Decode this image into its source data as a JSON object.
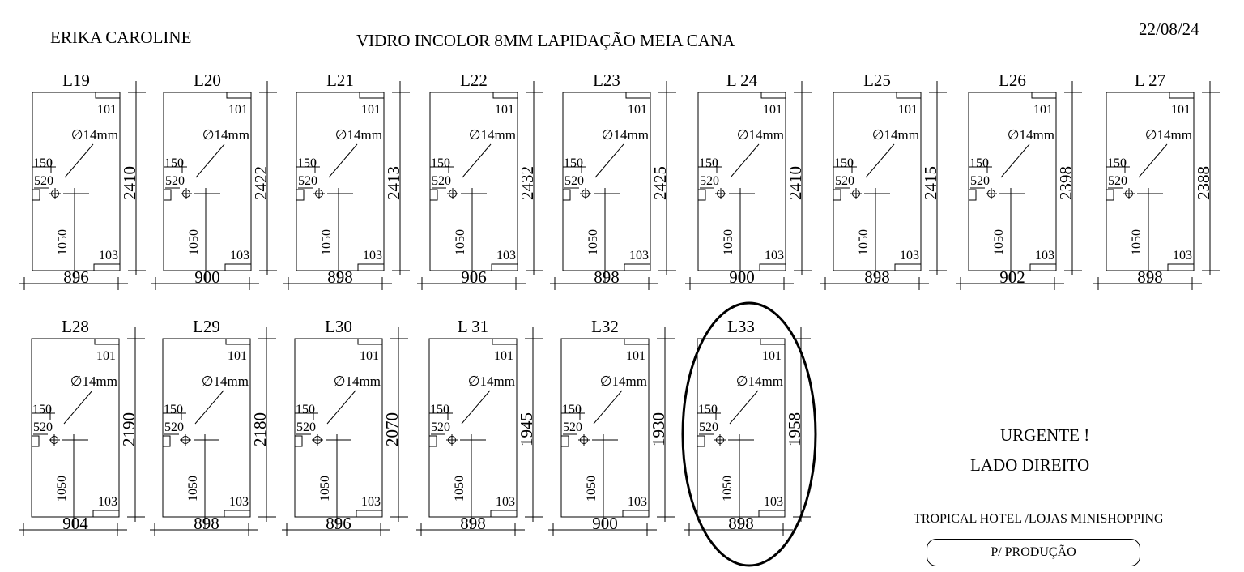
{
  "header": {
    "customer": "ERIKA CAROLINE",
    "spec": "VIDRO INCOLOR 8MM   LAPIDAÇÃO MEIA CANA",
    "date": "22/08/24"
  },
  "common": {
    "hole_diameter": "∅14mm",
    "notch_top": "101",
    "notch_bottom": "103",
    "offset_x": "150",
    "offset_y": "520",
    "handle_length": "1050"
  },
  "panels": [
    {
      "label": "L19",
      "width": "896",
      "height": "2410"
    },
    {
      "label": "L20",
      "width": "900",
      "height": "2422"
    },
    {
      "label": "L21",
      "width": "898",
      "height": "2413"
    },
    {
      "label": "L22",
      "width": "906",
      "height": "2432"
    },
    {
      "label": "L23",
      "width": "898",
      "height": "2425"
    },
    {
      "label": "L 24",
      "width": "900",
      "height": "2410"
    },
    {
      "label": "L25",
      "width": "898",
      "height": "2415"
    },
    {
      "label": "L26",
      "width": "902",
      "height": "2398"
    },
    {
      "label": "L 27",
      "width": "898",
      "height": "2388"
    },
    {
      "label": "L28",
      "width": "904",
      "height": "2190"
    },
    {
      "label": "L29",
      "width": "898",
      "height": "2180"
    },
    {
      "label": "L30",
      "width": "896",
      "height": "2070"
    },
    {
      "label": "L 31",
      "width": "898",
      "height": "1945"
    },
    {
      "label": "L32",
      "width": "900",
      "height": "1930"
    },
    {
      "label": "L33",
      "width": "898",
      "height": "1958",
      "highlighted": true
    }
  ],
  "notes": {
    "urgent": "URGENTE !",
    "side": "LADO DIREITO",
    "client": "TROPICAL HOTEL /LOJAS MINISHOPPING",
    "stamp": "P/ PRODUÇÃO"
  }
}
